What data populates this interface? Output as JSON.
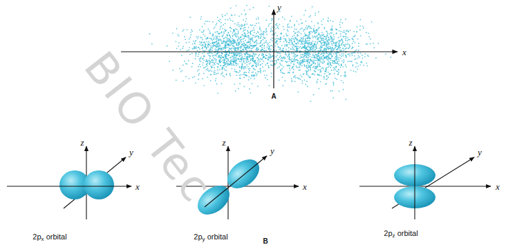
{
  "diagram": {
    "labels": [
      "y",
      "x",
      "A",
      "z",
      "y",
      "x",
      "2px orbital",
      "z",
      "y",
      "x",
      "2py orbital",
      "z",
      "y",
      "x",
      "2pz orbital",
      "B",
      "BIO Tec"
    ]
  }
}
